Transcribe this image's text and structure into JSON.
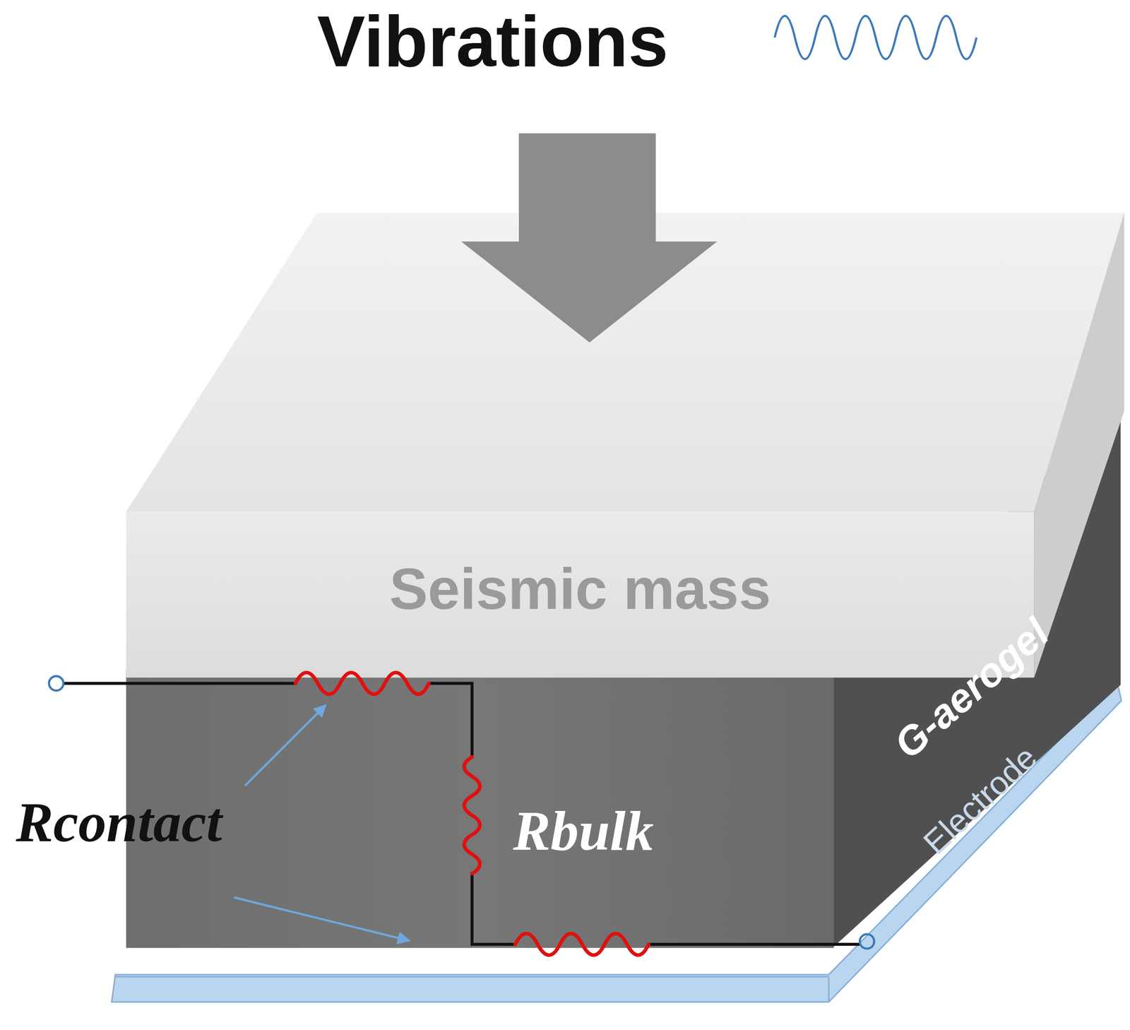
{
  "diagram": {
    "nodes": [
      {
        "text": [
          "Seismic mass"
        ]
      },
      {
        "text": [
          "G-aerogel"
        ]
      },
      {
        "text": [
          "Electrode"
        ]
      }
    ],
    "labels": [
      "Vibrations",
      "Rcontact",
      "Rbulk"
    ]
  }
}
